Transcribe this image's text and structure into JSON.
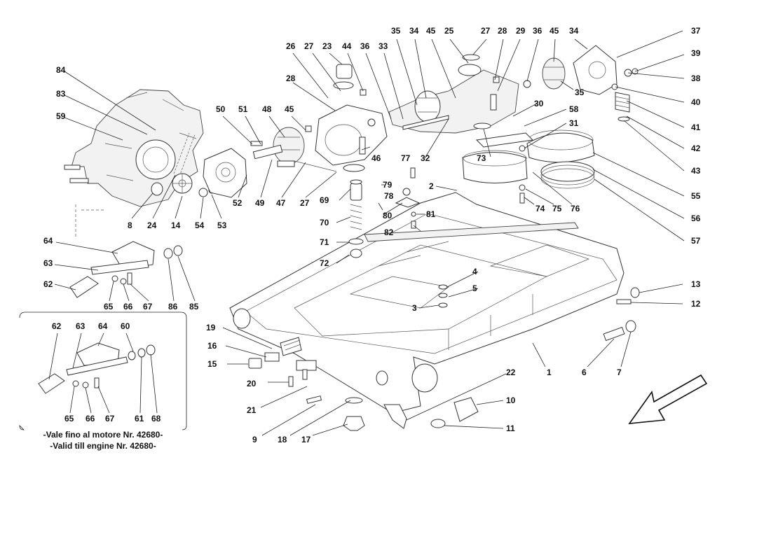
{
  "note_lines": [
    "-Vale fino al motore Nr. 42680-",
    "-Valid till engine Nr. 42680-"
  ],
  "callouts": [
    "84",
    "83",
    "59",
    "8",
    "24",
    "14",
    "54",
    "53",
    "50",
    "51",
    "48",
    "45",
    "52",
    "49",
    "47",
    "27",
    "26",
    "27",
    "23",
    "44",
    "28",
    "46",
    "36",
    "33",
    "35",
    "34",
    "45",
    "25",
    "27",
    "28",
    "29",
    "36",
    "45",
    "34",
    "37",
    "39",
    "38",
    "40",
    "41",
    "42",
    "43",
    "35",
    "30",
    "58",
    "31",
    "32",
    "73",
    "77",
    "2",
    "79",
    "78",
    "80",
    "81",
    "82",
    "69",
    "70",
    "71",
    "72",
    "74",
    "75",
    "76",
    "55",
    "56",
    "57",
    "4",
    "5",
    "3",
    "13",
    "12",
    "1",
    "6",
    "7",
    "64",
    "63",
    "62",
    "65",
    "66",
    "67",
    "86",
    "85",
    "19",
    "16",
    "15",
    "20",
    "21",
    "9",
    "18",
    "17",
    "22",
    "10",
    "11",
    "62",
    "63",
    "64",
    "60",
    "65",
    "66",
    "67",
    "61",
    "68"
  ]
}
